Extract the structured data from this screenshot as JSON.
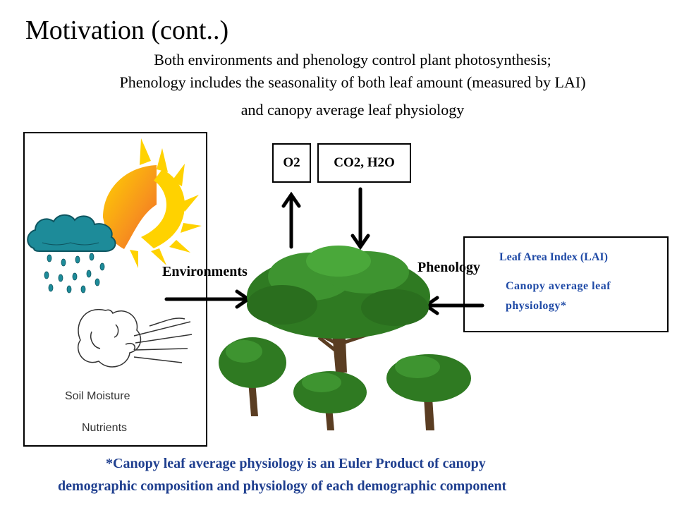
{
  "slide": {
    "title": "Motivation (cont..)",
    "subtitle_lines": [
      "Both environments and phenology control plant photosynthesis;",
      "Phenology includes the seasonality of both leaf amount (measured by LAI)",
      "and canopy average leaf physiology"
    ]
  },
  "flux_boxes": {
    "o2": "O2",
    "co2_h2o": "CO2, H2O"
  },
  "environment": {
    "label": "Environments",
    "soil_moisture": "Soil Moisture",
    "nutrients": "Nutrients",
    "icons": [
      "sun-icon",
      "rain-cloud-icon",
      "wind-icon"
    ]
  },
  "phenology": {
    "label": "Phenology",
    "lai": "Leaf Area Index (LAI)",
    "physiology_line1": "Canopy average  leaf",
    "physiology_line2": "physiology*"
  },
  "footnote": {
    "line1": "*Canopy leaf average physiology is an Euler Product of canopy",
    "line2": "demographic composition and physiology of each demographic component"
  },
  "colors": {
    "blue_text": "#1f4aa6",
    "footnote_text": "#1f3f8f",
    "sun_orange": "#f7941d",
    "sun_yellow": "#ffd200",
    "cloud_teal": "#1d8b99",
    "tree_green": "#2f7a22"
  }
}
